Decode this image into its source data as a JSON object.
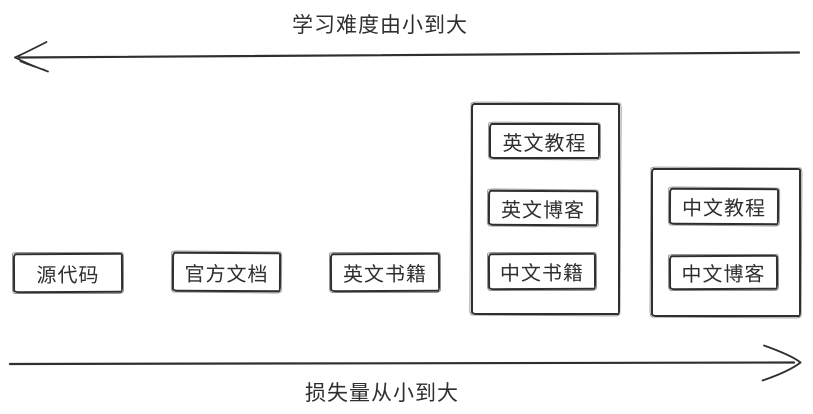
{
  "diagram": {
    "top_axis": {
      "label": "学习难度由小到大",
      "direction": "left"
    },
    "bottom_axis": {
      "label": "损失量从小到大",
      "direction": "right"
    },
    "standalone_items": [
      {
        "label": "源代码"
      },
      {
        "label": "官方文档"
      },
      {
        "label": "英文书籍"
      }
    ],
    "group_mixed_resources": {
      "items": [
        {
          "label": "英文教程"
        },
        {
          "label": "英文博客"
        },
        {
          "label": "中文书籍"
        }
      ]
    },
    "group_chinese_resources": {
      "items": [
        {
          "label": "中文教程"
        },
        {
          "label": "中文博客"
        }
      ]
    },
    "colors": {
      "stroke": "#2f2f2f",
      "text": "#2f2f2f",
      "background": "#ffffff"
    }
  }
}
